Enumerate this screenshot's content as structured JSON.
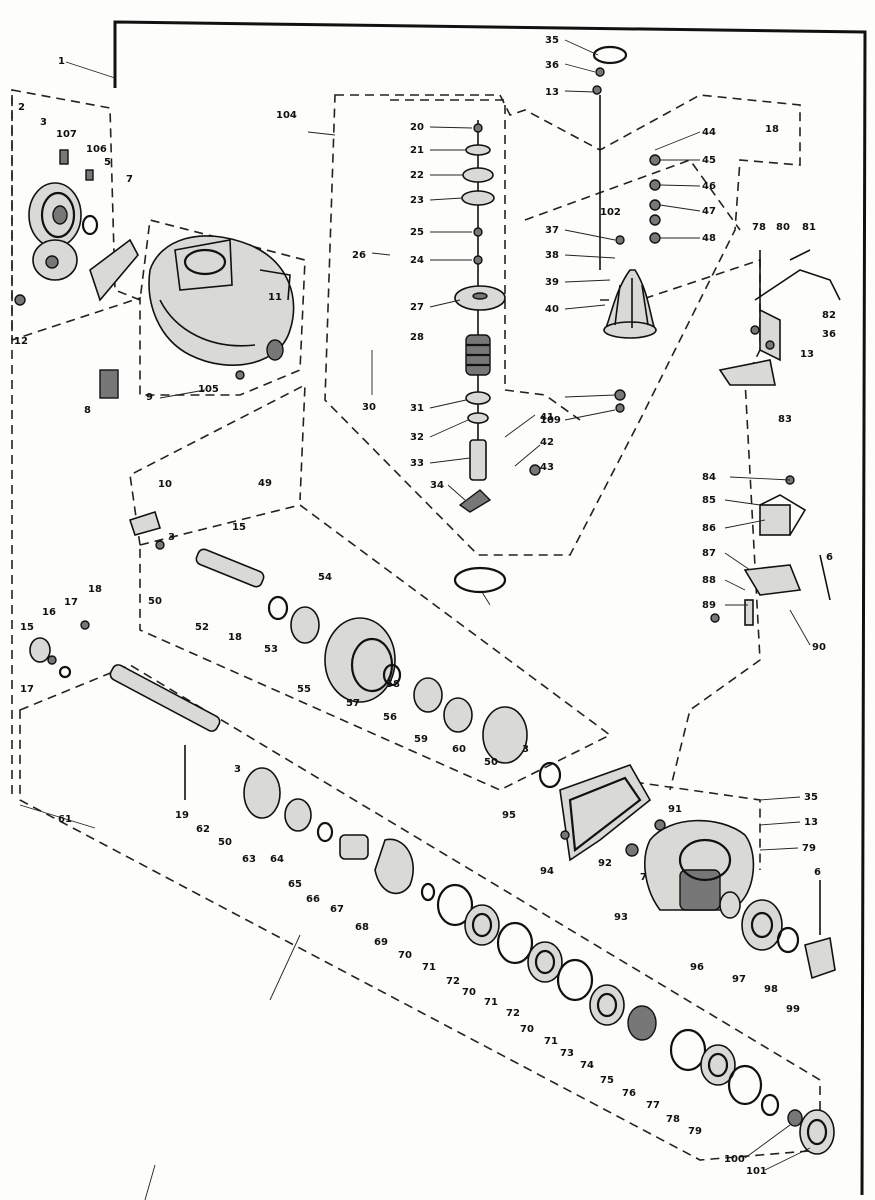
{
  "labels": [
    {
      "id": "l1",
      "text": "1"
    },
    {
      "id": "l2",
      "text": "2"
    },
    {
      "id": "l3",
      "text": "3"
    },
    {
      "id": "l107",
      "text": "107"
    },
    {
      "id": "l106",
      "text": "106"
    },
    {
      "id": "l5",
      "text": "5"
    },
    {
      "id": "l7",
      "text": "7"
    },
    {
      "id": "l12a",
      "text": "12"
    },
    {
      "id": "l8",
      "text": "8"
    },
    {
      "id": "l9",
      "text": "9"
    },
    {
      "id": "l105",
      "text": "105"
    },
    {
      "id": "l11",
      "text": "11"
    },
    {
      "id": "l104",
      "text": "104"
    },
    {
      "id": "l20",
      "text": "20"
    },
    {
      "id": "l21",
      "text": "21"
    },
    {
      "id": "l22",
      "text": "22"
    },
    {
      "id": "l23",
      "text": "23"
    },
    {
      "id": "l25a",
      "text": "25"
    },
    {
      "id": "l24",
      "text": "24"
    },
    {
      "id": "l27",
      "text": "27"
    },
    {
      "id": "l26",
      "text": "26"
    },
    {
      "id": "l28",
      "text": "28"
    },
    {
      "id": "l30a",
      "text": "30"
    },
    {
      "id": "l31",
      "text": "31"
    },
    {
      "id": "l32",
      "text": "32"
    },
    {
      "id": "l33",
      "text": "33"
    },
    {
      "id": "l34",
      "text": "34"
    },
    {
      "id": "l35a",
      "text": "35"
    },
    {
      "id": "l36a",
      "text": "36"
    },
    {
      "id": "l13a",
      "text": "13"
    },
    {
      "id": "l44",
      "text": "44"
    },
    {
      "id": "l45",
      "text": "45"
    },
    {
      "id": "l46",
      "text": "46"
    },
    {
      "id": "l47",
      "text": "47"
    },
    {
      "id": "l48",
      "text": "48"
    },
    {
      "id": "l37",
      "text": "37"
    },
    {
      "id": "l38",
      "text": "38"
    },
    {
      "id": "l39",
      "text": "39"
    },
    {
      "id": "l40",
      "text": "40"
    },
    {
      "id": "l102",
      "text": "102"
    },
    {
      "id": "l41",
      "text": "41"
    },
    {
      "id": "l42",
      "text": "42"
    },
    {
      "id": "l43",
      "text": "43"
    },
    {
      "id": "l109",
      "text": "109"
    },
    {
      "id": "l18a",
      "text": "18"
    },
    {
      "id": "l78",
      "text": "78"
    },
    {
      "id": "l80",
      "text": "80"
    },
    {
      "id": "l81",
      "text": "81"
    },
    {
      "id": "l82",
      "text": "82"
    },
    {
      "id": "l36b",
      "text": "36"
    },
    {
      "id": "l13b",
      "text": "13"
    },
    {
      "id": "l83",
      "text": "83"
    },
    {
      "id": "l10",
      "text": "10"
    },
    {
      "id": "l49",
      "text": "49"
    },
    {
      "id": "l15a",
      "text": "15"
    },
    {
      "id": "l3b",
      "text": "3"
    },
    {
      "id": "l50a",
      "text": "50"
    },
    {
      "id": "l52",
      "text": "52"
    },
    {
      "id": "l18b",
      "text": "18"
    },
    {
      "id": "l53",
      "text": "53"
    },
    {
      "id": "l54",
      "text": "54"
    },
    {
      "id": "l55",
      "text": "55"
    },
    {
      "id": "l57",
      "text": "57"
    },
    {
      "id": "l56",
      "text": "56"
    },
    {
      "id": "l58",
      "text": "58"
    },
    {
      "id": "l59",
      "text": "59"
    },
    {
      "id": "l60",
      "text": "60"
    },
    {
      "id": "l50b",
      "text": "50"
    },
    {
      "id": "l3c",
      "text": "3"
    },
    {
      "id": "l18c",
      "text": "18"
    },
    {
      "id": "l16",
      "text": "16"
    },
    {
      "id": "l17a",
      "text": "17"
    },
    {
      "id": "l15b",
      "text": "15"
    },
    {
      "id": "l17b",
      "text": "17"
    },
    {
      "id": "l61",
      "text": "61"
    },
    {
      "id": "l19",
      "text": "19"
    },
    {
      "id": "l62",
      "text": "62"
    },
    {
      "id": "l50c",
      "text": "50"
    },
    {
      "id": "l3d",
      "text": "3"
    },
    {
      "id": "l63",
      "text": "63"
    },
    {
      "id": "l64",
      "text": "64"
    },
    {
      "id": "l65",
      "text": "65"
    },
    {
      "id": "l66",
      "text": "66"
    },
    {
      "id": "l67",
      "text": "67"
    },
    {
      "id": "l68",
      "text": "68"
    },
    {
      "id": "l69",
      "text": "69"
    },
    {
      "id": "l70a",
      "text": "70"
    },
    {
      "id": "l71a",
      "text": "71"
    },
    {
      "id": "l72a",
      "text": "72"
    },
    {
      "id": "l70b",
      "text": "70"
    },
    {
      "id": "l71b",
      "text": "71"
    },
    {
      "id": "l72b",
      "text": "72"
    },
    {
      "id": "l70c",
      "text": "70"
    },
    {
      "id": "l71c",
      "text": "71"
    },
    {
      "id": "l73",
      "text": "73"
    },
    {
      "id": "l74",
      "text": "74"
    },
    {
      "id": "l75",
      "text": "75"
    },
    {
      "id": "l76",
      "text": "76"
    },
    {
      "id": "l77",
      "text": "77"
    },
    {
      "id": "l78b",
      "text": "78"
    },
    {
      "id": "l79a",
      "text": "79"
    },
    {
      "id": "l100",
      "text": "100"
    },
    {
      "id": "l101",
      "text": "101"
    },
    {
      "id": "l84",
      "text": "84"
    },
    {
      "id": "l85",
      "text": "85"
    },
    {
      "id": "l86",
      "text": "86"
    },
    {
      "id": "l87",
      "text": "87"
    },
    {
      "id": "l88",
      "text": "88"
    },
    {
      "id": "l89",
      "text": "89"
    },
    {
      "id": "l90",
      "text": "90"
    },
    {
      "id": "l6a",
      "text": "6"
    },
    {
      "id": "l35b",
      "text": "35"
    },
    {
      "id": "l13c",
      "text": "13"
    },
    {
      "id": "l79b",
      "text": "79"
    },
    {
      "id": "l91",
      "text": "91"
    },
    {
      "id": "l92",
      "text": "92"
    },
    {
      "id": "l93",
      "text": "93"
    },
    {
      "id": "l94",
      "text": "94"
    },
    {
      "id": "l95",
      "text": "95"
    },
    {
      "id": "l96",
      "text": "96"
    },
    {
      "id": "l97",
      "text": "97"
    },
    {
      "id": "l98",
      "text": "98"
    },
    {
      "id": "l99",
      "text": "99"
    },
    {
      "id": "l6b",
      "text": "6"
    },
    {
      "id": "l7b",
      "text": "7"
    }
  ]
}
